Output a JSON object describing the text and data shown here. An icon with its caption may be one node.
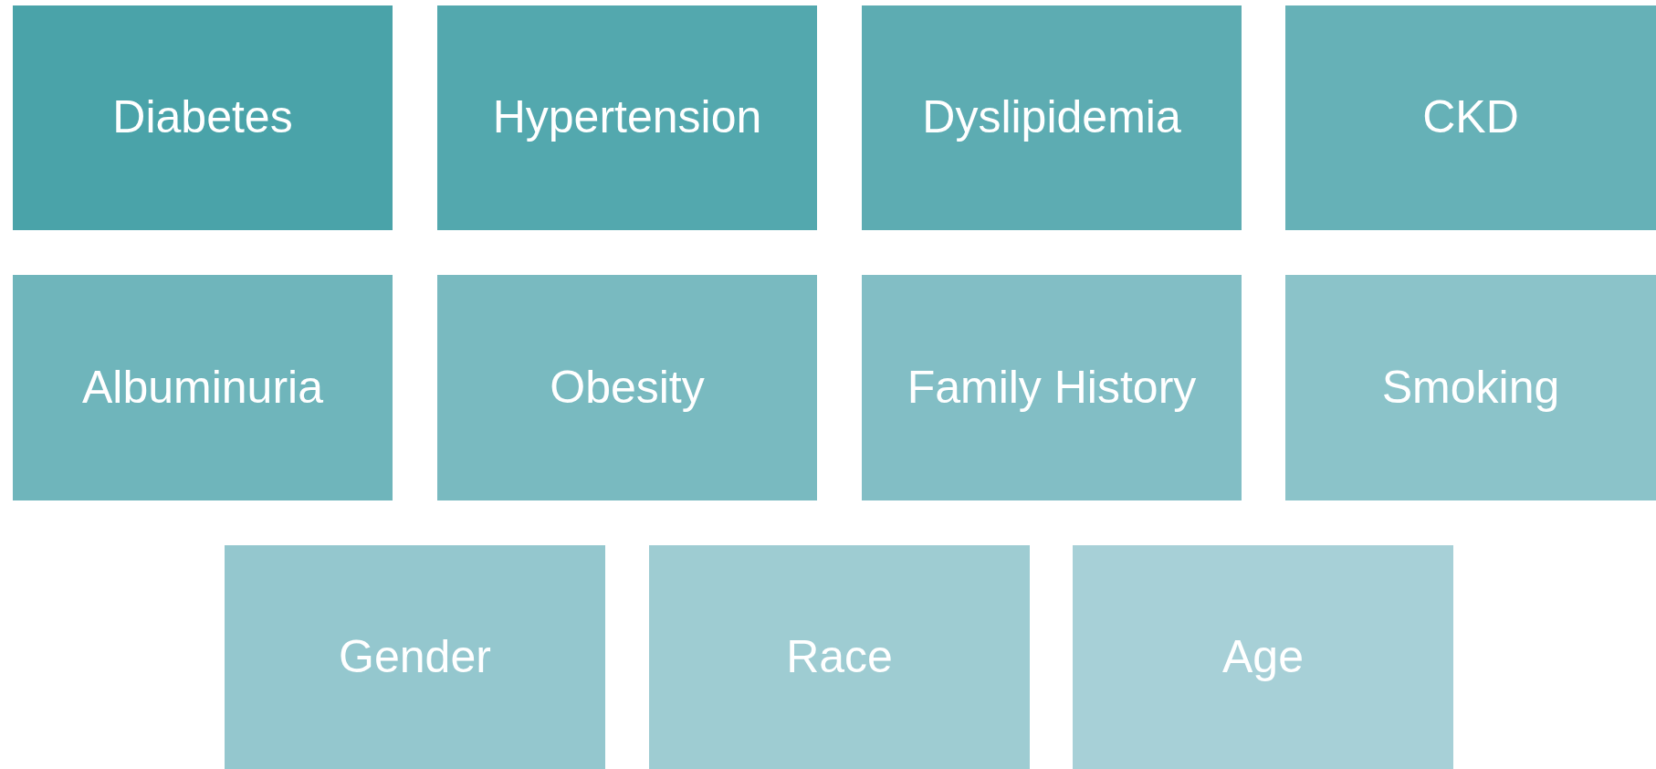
{
  "diagram": {
    "nodes": [
      {
        "text": [
          "Diabetes"
        ]
      },
      {
        "text": [
          "Hypertension"
        ]
      },
      {
        "text": [
          "Dyslipidemia"
        ]
      },
      {
        "text": [
          "CKD"
        ]
      },
      {
        "text": [
          "Albuminuria"
        ]
      },
      {
        "text": [
          "Obesity"
        ]
      },
      {
        "text": [
          "Family History"
        ]
      },
      {
        "text": [
          "Smoking"
        ]
      },
      {
        "text": [
          "Gender"
        ]
      },
      {
        "text": [
          "Race"
        ]
      },
      {
        "text": [
          "Age"
        ]
      }
    ]
  }
}
